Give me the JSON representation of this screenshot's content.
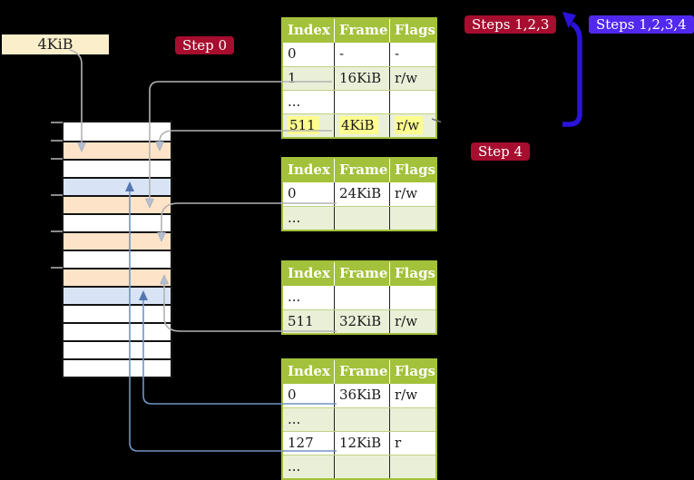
{
  "labels": {
    "size_label": "4KiB",
    "step0": "Step 0",
    "steps123": "Steps 1,2,3",
    "steps1234": "Steps 1,2,3,4",
    "step4": "Step 4"
  },
  "colors": {
    "background": "#000000",
    "table_header_green": "#a3c13a",
    "table_row_green": "#eaf0d8",
    "highlight_yellow": "#fcfc90",
    "memory_peach": "#fde4c8",
    "memory_blue": "#d8e4f6",
    "size_label_cream": "#fbeecb",
    "badge_crimson": "#a60d2e",
    "badge_blue": "#5128ef",
    "loop_arrow_blue": "#2b13dc",
    "connector_gray": "#b3b3b3",
    "connector_blue": "#7094c4"
  },
  "memory_stack": {
    "rows": [
      "white",
      "peach",
      "white",
      "blue",
      "peach",
      "white",
      "peach",
      "white",
      "peach",
      "blue",
      "white",
      "white",
      "white",
      "white"
    ],
    "ticks_top": [
      134,
      154,
      174,
      214,
      254,
      294
    ]
  },
  "tables": [
    {
      "headers": [
        "Index",
        "Frame",
        "Flags"
      ],
      "rows": [
        {
          "cells": [
            "0",
            "-",
            "-"
          ],
          "shade": false,
          "highlight": false
        },
        {
          "cells": [
            "1",
            "16KiB",
            "r/w"
          ],
          "shade": true,
          "highlight": false
        },
        {
          "cells": [
            "...",
            "",
            ""
          ],
          "shade": false,
          "highlight": false
        },
        {
          "cells": [
            "511",
            "4KiB",
            "r/w"
          ],
          "shade": true,
          "highlight": true
        }
      ]
    },
    {
      "headers": [
        "Index",
        "Frame",
        "Flags"
      ],
      "rows": [
        {
          "cells": [
            "0",
            "24KiB",
            "r/w"
          ],
          "shade": false,
          "highlight": false
        },
        {
          "cells": [
            "...",
            "",
            ""
          ],
          "shade": true,
          "highlight": false
        }
      ]
    },
    {
      "headers": [
        "Index",
        "Frame",
        "Flags"
      ],
      "rows": [
        {
          "cells": [
            "...",
            "",
            ""
          ],
          "shade": false,
          "highlight": false
        },
        {
          "cells": [
            "511",
            "32KiB",
            "r/w"
          ],
          "shade": true,
          "highlight": false
        }
      ]
    },
    {
      "headers": [
        "Index",
        "Frame",
        "Flags"
      ],
      "rows": [
        {
          "cells": [
            "0",
            "36KiB",
            "r/w"
          ],
          "shade": false,
          "highlight": false
        },
        {
          "cells": [
            "...",
            "",
            ""
          ],
          "shade": true,
          "highlight": false
        },
        {
          "cells": [
            "127",
            "12KiB",
            "r"
          ],
          "shade": false,
          "highlight": false
        },
        {
          "cells": [
            "...",
            "",
            ""
          ],
          "shade": true,
          "highlight": false
        }
      ]
    }
  ]
}
